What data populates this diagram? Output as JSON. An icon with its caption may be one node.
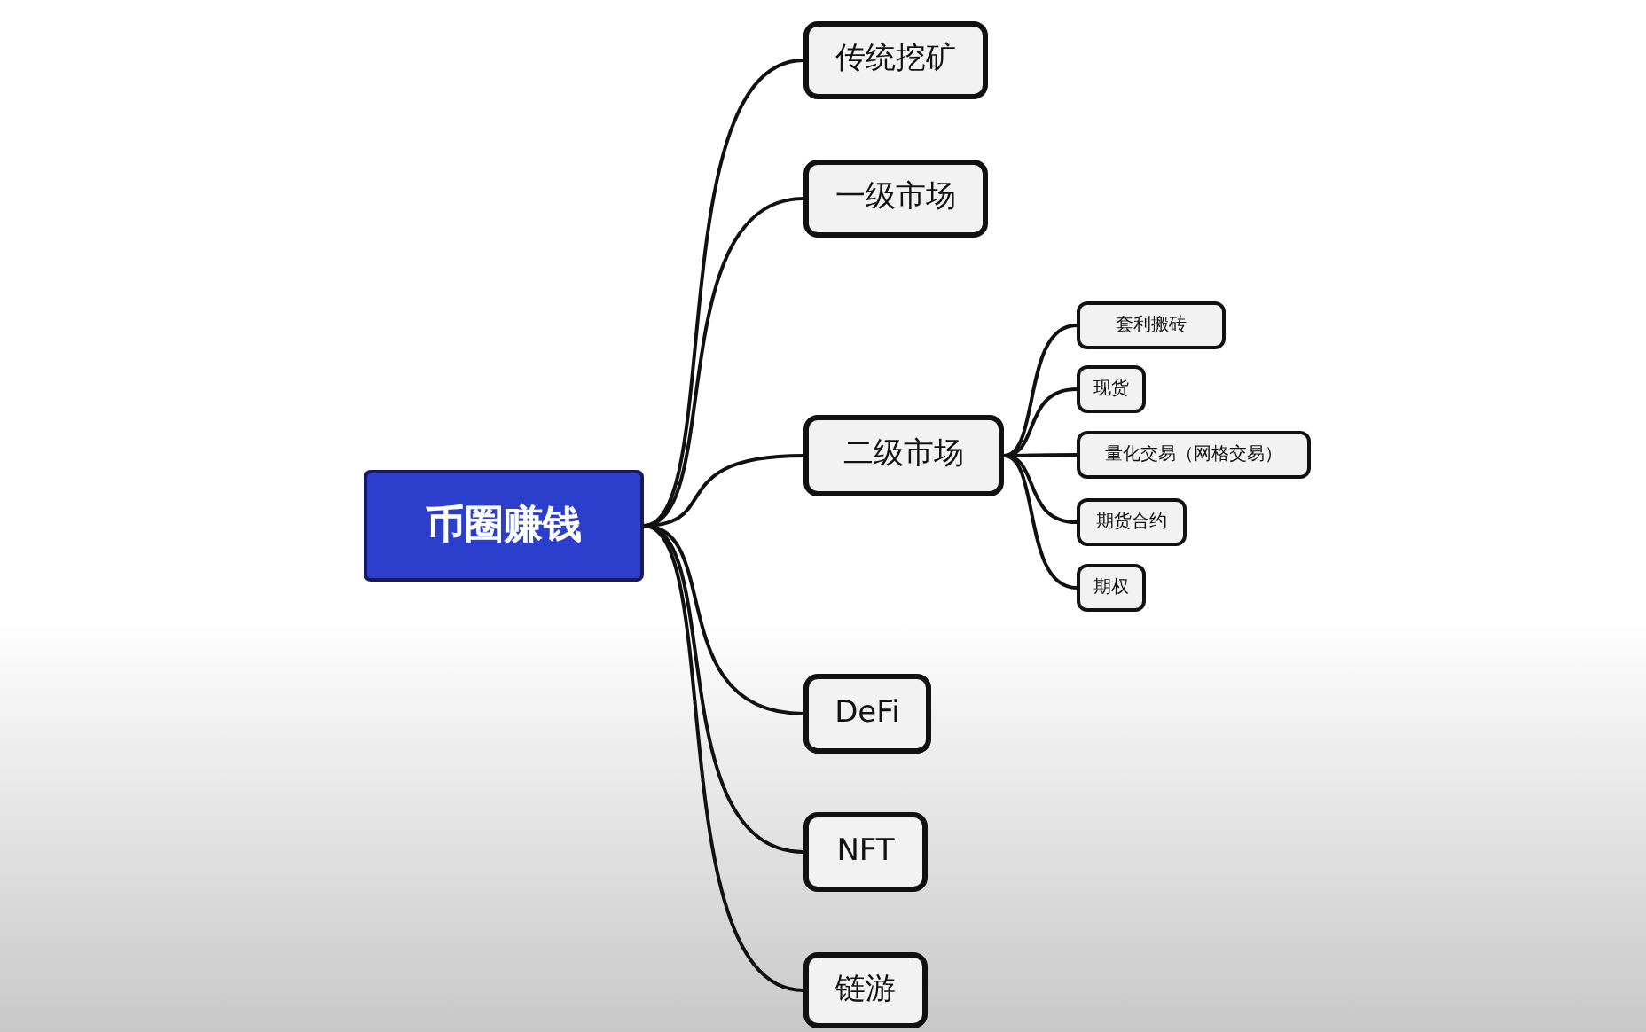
{
  "diagram": {
    "nodes": [
      {
        "text": [
          "币圈赚钱"
        ]
      },
      {
        "text": [
          "传统挖矿"
        ]
      },
      {
        "text": [
          "一级市场"
        ]
      },
      {
        "text": [
          "二级市场"
        ]
      },
      {
        "text": [
          "DeFi"
        ]
      },
      {
        "text": [
          "NFT"
        ]
      },
      {
        "text": [
          "链游"
        ]
      },
      {
        "text": [
          "套利搬砖"
        ]
      },
      {
        "text": [
          "现货"
        ]
      },
      {
        "text": [
          "量化交易（网格交易）"
        ]
      },
      {
        "text": [
          "期货合约"
        ]
      },
      {
        "text": [
          "期权"
        ]
      }
    ],
    "edges": [
      {
        "from": 0,
        "to": 1,
        "arrow": "none"
      },
      {
        "from": 0,
        "to": 2,
        "arrow": "none"
      },
      {
        "from": 0,
        "to": 3,
        "arrow": "none"
      },
      {
        "from": 0,
        "to": 4,
        "arrow": "none"
      },
      {
        "from": 0,
        "to": 5,
        "arrow": "none"
      },
      {
        "from": 0,
        "to": 6,
        "arrow": "none"
      },
      {
        "from": 3,
        "to": 7,
        "arrow": "none"
      },
      {
        "from": 3,
        "to": 8,
        "arrow": "none"
      },
      {
        "from": 3,
        "to": 9,
        "arrow": "none"
      },
      {
        "from": 3,
        "to": 10,
        "arrow": "none"
      },
      {
        "from": 3,
        "to": 11,
        "arrow": "none"
      }
    ]
  }
}
